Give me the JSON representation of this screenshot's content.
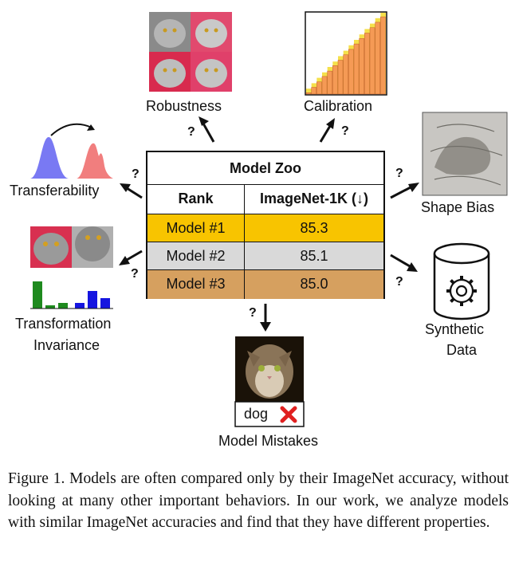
{
  "table": {
    "title": "Model Zoo",
    "col_rank": "Rank",
    "col_metric": "ImageNet-1K (↓)",
    "rows": [
      {
        "model": "Model #1",
        "score": "85.3",
        "color": "#f8c400"
      },
      {
        "model": "Model #2",
        "score": "85.1",
        "color": "#d9d9d9"
      },
      {
        "model": "Model #3",
        "score": "85.0",
        "color": "#d6a05f"
      }
    ]
  },
  "labels": {
    "robustness": "Robustness",
    "calibration": "Calibration",
    "transferability": "Transferability",
    "shape_bias": "Shape Bias",
    "transformation_line1": "Transformation",
    "transformation_line2": "Invariance",
    "synthetic_line1": "Synthetic",
    "synthetic_line2": "Data",
    "mistakes": "Model Mistakes",
    "mistake_pred": "dog"
  },
  "question_mark": "?",
  "caption": "Figure 1. Models are often compared only by their ImageNet accuracy, without looking at many other important behaviors. In our work, we analyze models with similar ImageNet accuracies and find that they have different properties.",
  "colors": {
    "blue": "#6a6af2",
    "red": "#f07070",
    "orange": "#f59a55",
    "yellow": "#f5e04a",
    "green": "#1e8a1e",
    "bar_blue": "#1515e0",
    "cross": "#e02020"
  },
  "icons": {
    "gear": "gear-icon",
    "cylinder": "database-icon",
    "cross": "cross-icon"
  }
}
